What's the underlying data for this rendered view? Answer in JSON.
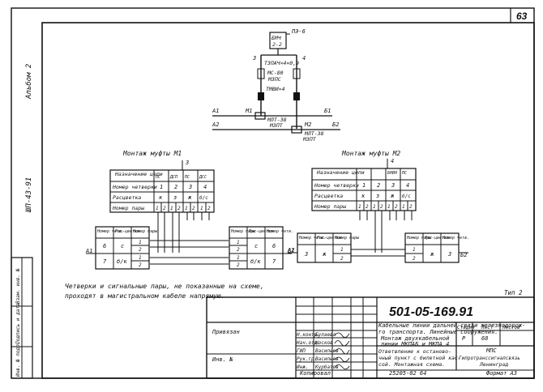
{
  "page_number": "63",
  "album_label": "Альбом 2",
  "series_label": "ШП-43-91",
  "side_stamp": [
    "Инв. № подл.",
    "Подпись и дата",
    "Взам. инв. №"
  ],
  "schematic": {
    "top_box": [
      "БМЧ",
      "2-2"
    ],
    "top_cable": "ПЭ-6",
    "upper_cable": "ТЗПАЧ×4×0,9",
    "left_num": "3",
    "right_num": "4",
    "mid_cable_1": "МС-80",
    "mid_cable_2": "МЗПС",
    "lower_cable": "ТМВИ×4",
    "mufta_label_1": "МЛТ-38",
    "mufta_label_2": "МЗПТ",
    "mufta_label_3": "МЛТ-38",
    "mufta_label_4": "МЗПТ",
    "line_a1": "А1",
    "line_b1": "Б1",
    "line_a2": "А2",
    "line_b2": "Б2",
    "m1": "М1",
    "m2": "М2"
  },
  "m1": {
    "title": "Монтаж муфты М1",
    "num": "3",
    "header_label": "Назначение цепи",
    "header_cols": [
      "ПС",
      "ДСП",
      "ПС",
      "ДСС"
    ],
    "rows": [
      {
        "label": "Номер четверки",
        "vals": [
          "1",
          "2",
          "3",
          "4"
        ]
      },
      {
        "label": "Расцветка",
        "vals": [
          "к",
          "з",
          "ж",
          "б/с"
        ]
      },
      {
        "label": "Номер пары",
        "vals": [
          "1",
          "2",
          "1",
          "2",
          "1",
          "2",
          "1",
          "2"
        ]
      }
    ],
    "left_table": {
      "headers": [
        "Номер четв.",
        "Рас-цветка",
        "Номер пары"
      ],
      "rows": [
        [
          "6",
          "с",
          "1",
          "2"
        ],
        [
          "7",
          "б/к",
          "1",
          "2"
        ]
      ]
    },
    "right_table": {
      "headers": [
        "Номер пары",
        "Рас-цветка",
        "Номер четв."
      ],
      "rows": [
        [
          "1",
          "2",
          "с",
          "6"
        ],
        [
          "1",
          "2",
          "б/к",
          "7"
        ]
      ]
    },
    "left_line": "А1",
    "right_line": "Б1"
  },
  "m2": {
    "title": "Монтаж муфты М2",
    "num": "4",
    "header_label": "Назначение цепи",
    "header_cols": [
      "БНВН",
      "ПС",
      "",
      ""
    ],
    "rows": [
      {
        "label": "Номер четверки",
        "vals": [
          "1",
          "2",
          "3",
          "4"
        ]
      },
      {
        "label": "Расцветка",
        "vals": [
          "к",
          "з",
          "ж",
          "б/с"
        ]
      },
      {
        "label": "Номер пары",
        "vals": [
          "1",
          "2",
          "1",
          "2",
          "1",
          "2",
          "1",
          "2"
        ]
      }
    ],
    "left_table": {
      "headers": [
        "Номер четв.",
        "Рас-цветка",
        "Номер пары"
      ],
      "rows": [
        [
          "3",
          "ж",
          "1",
          "2"
        ]
      ]
    },
    "right_table": {
      "headers": [
        "Номер пары",
        "Рас-цветка",
        "Номер четв."
      ],
      "rows": [
        [
          "1",
          "2",
          "ж",
          "3"
        ]
      ]
    },
    "left_line": "А2",
    "right_line": "Б2"
  },
  "note": [
    "Четверки и сигнальные пары, не показанные на схеме,",
    "проходят в магистральном     кабеле напрямую."
  ],
  "title_block": {
    "type": "Тип 2",
    "doc_number": "501-05-169.91",
    "privyazan": "Привязан",
    "inv": "Инв. №",
    "desc_1": "Кабельные линии дальней связи железнодорож-",
    "desc_2": "го транспорта. Линейные сооружения.",
    "title_1": "Монтаж двухкабельной",
    "title_2": "линии МКПАБ и МКПА 4",
    "stage_label": "Стадия",
    "sheet_label": "Лист",
    "sheets_label": "Листов",
    "stage": "Р",
    "sheet": "68",
    "sub_1": "Ответвление к останово-",
    "sub_2": "чный пункт с билетной кас-",
    "sub_3": "сой. Монтажная схема.",
    "org_1": "МПС",
    "org_2": "Гипротранссигналсвязь",
    "org_3": "Ленинград",
    "people": [
      {
        "role": "Н.контр.",
        "name": "Булаева"
      },
      {
        "role": "Нач.отд.",
        "name": "Носков"
      },
      {
        "role": "ГИП",
        "name": "Васильев"
      },
      {
        "role": "Рук.гр.",
        "name": "Васильев"
      },
      {
        "role": "Инж.",
        "name": "Курбатов"
      }
    ],
    "copy_note": "Копировал",
    "footer_num": "25205-02  64",
    "format": "Формат А3"
  }
}
